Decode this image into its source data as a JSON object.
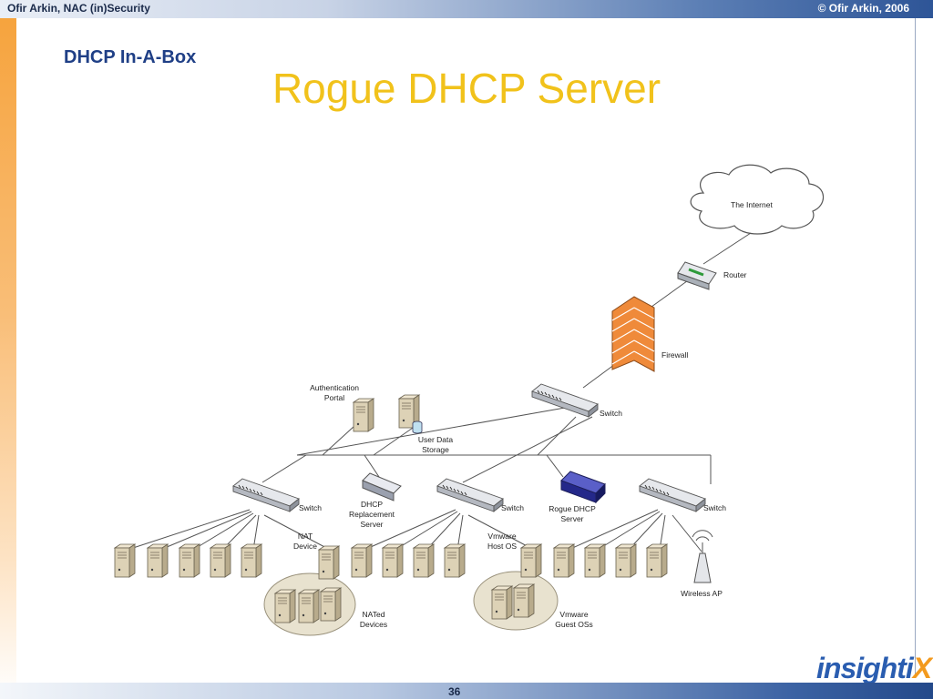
{
  "header": {
    "left_text": "Ofir Arkin, NAC (in)Security",
    "right_text": "© Ofir Arkin, 2006"
  },
  "slide": {
    "subtitle": "DHCP In-A-Box",
    "title": "Rogue DHCP Server",
    "page_number": "36"
  },
  "logo": {
    "text_main": "insighti",
    "text_accent": "X"
  },
  "diagram": {
    "internet": "The Internet",
    "router": "Router",
    "firewall": "Firewall",
    "core_switch": "Switch",
    "auth_portal": [
      "Authentication",
      "Portal"
    ],
    "user_data": [
      "User Data",
      "Storage"
    ],
    "switch_left": "Switch",
    "switch_mid": "Switch",
    "switch_right": "Switch",
    "dhcp_replacement": [
      "DHCP",
      "Replacement",
      "Server"
    ],
    "rogue_dhcp": [
      "Rogue DHCP",
      "Server"
    ],
    "nat_device": [
      "NAT",
      "Device"
    ],
    "nated_devices": [
      "NATed",
      "Devices"
    ],
    "vmware_host": [
      "Vmware",
      "Host OS"
    ],
    "vmware_guest": [
      "Vmware",
      "Guest OSs"
    ],
    "wireless_ap": "Wireless AP"
  },
  "colors": {
    "title": "#f1c21b",
    "subtitle": "#1f3f86",
    "accent_orange": "#f39a1e",
    "brand_blue": "#2a5db0"
  }
}
